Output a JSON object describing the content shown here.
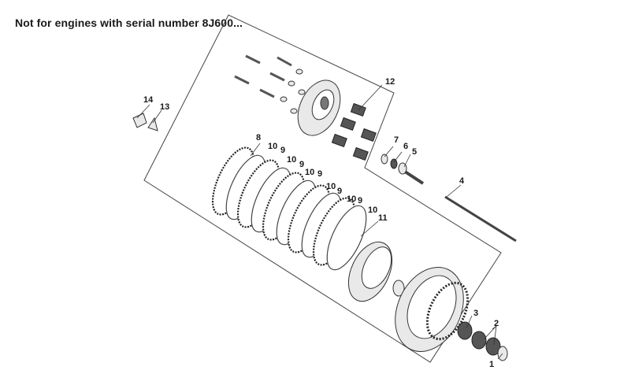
{
  "header": {
    "note": "Not for engines with serial number 8J600..."
  },
  "callouts": [
    {
      "id": "1",
      "text": "1"
    },
    {
      "id": "2",
      "text": "2"
    },
    {
      "id": "3",
      "text": "3"
    },
    {
      "id": "4",
      "text": "4"
    },
    {
      "id": "5",
      "text": "5"
    },
    {
      "id": "6",
      "text": "6"
    },
    {
      "id": "7",
      "text": "7"
    },
    {
      "id": "8",
      "text": "8"
    },
    {
      "id": "9",
      "text": "9"
    },
    {
      "id": "10",
      "text": "10"
    },
    {
      "id": "11",
      "text": "11"
    },
    {
      "id": "12",
      "text": "12"
    },
    {
      "id": "13",
      "text": "13"
    },
    {
      "id": "14",
      "text": "14"
    }
  ],
  "colors": {
    "line": "#333333",
    "text": "#1a1a1a",
    "background": "#ffffff"
  }
}
